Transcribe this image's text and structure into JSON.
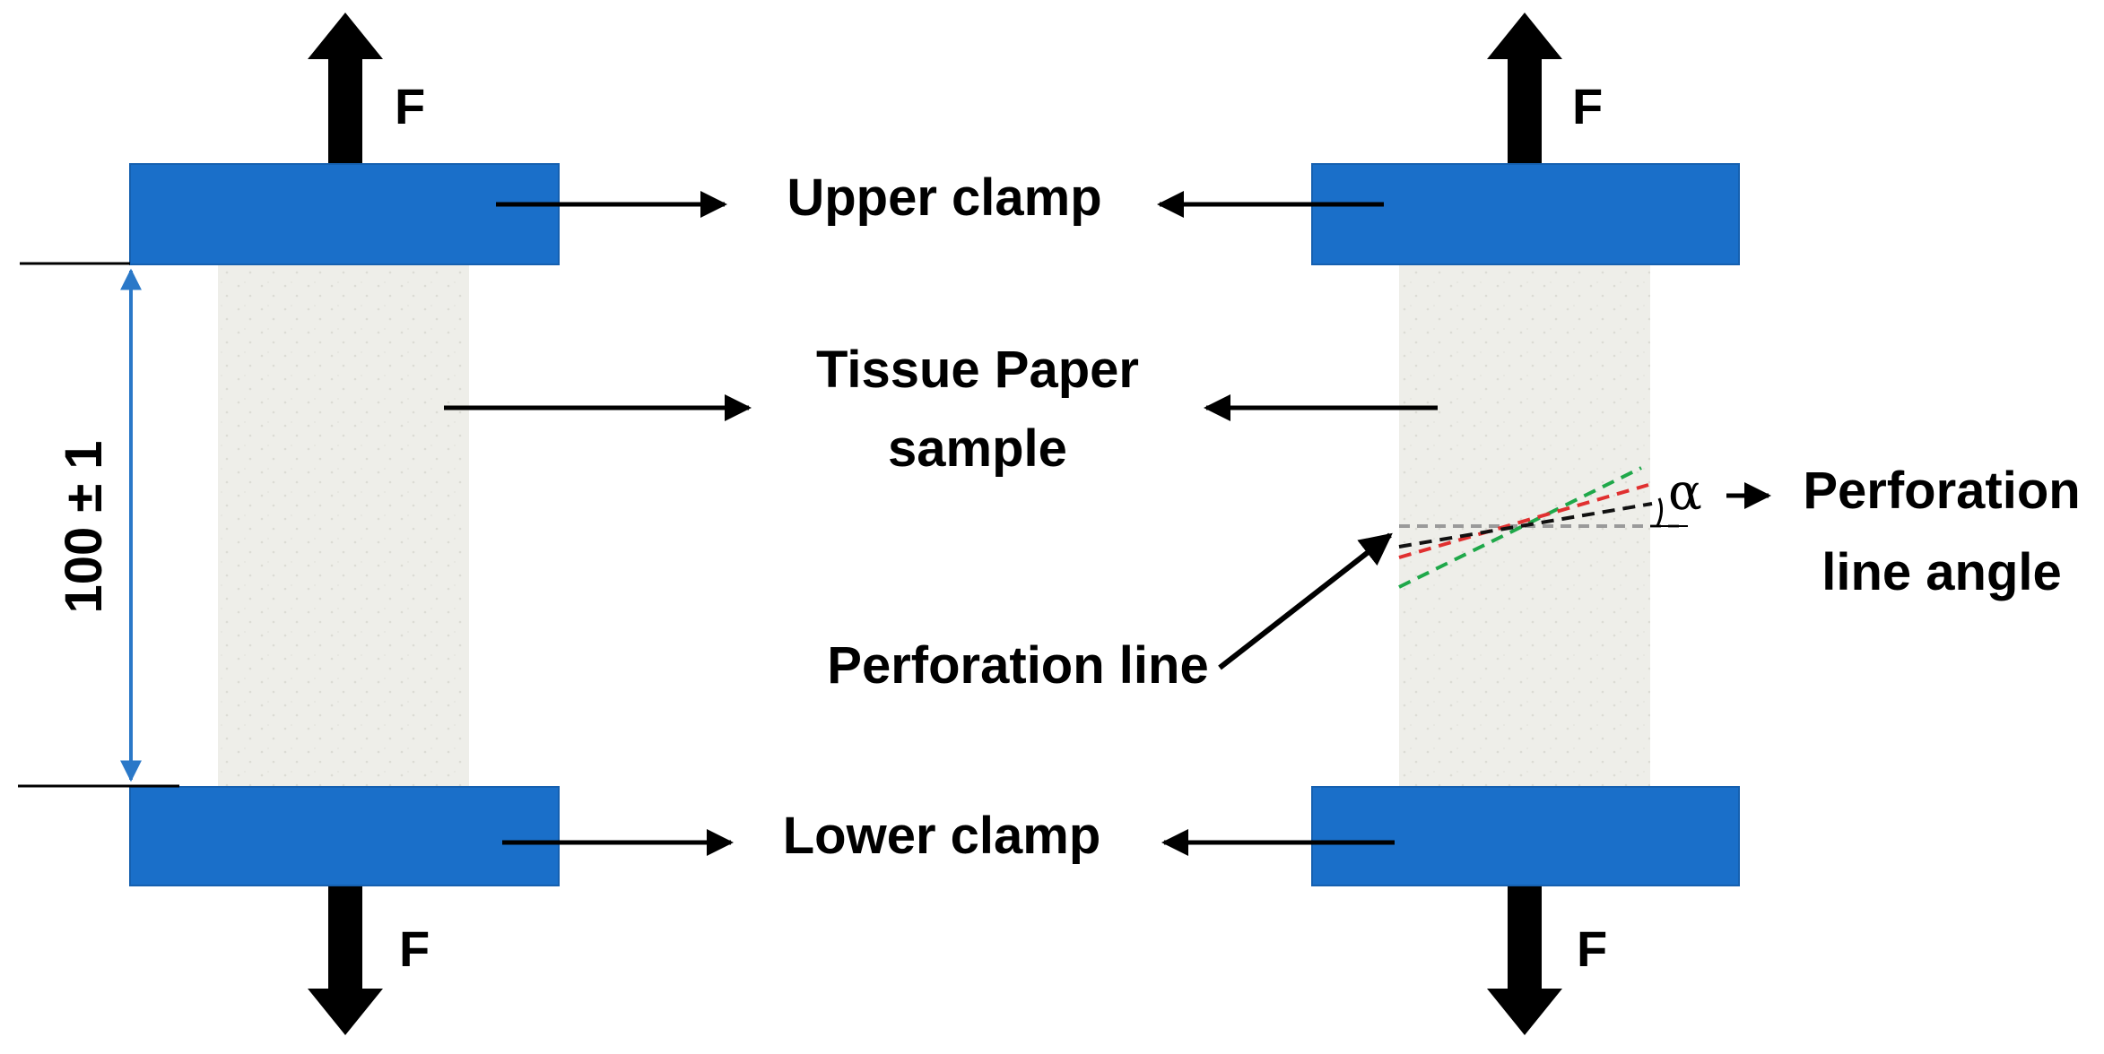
{
  "labels": {
    "force_top_left": "F",
    "force_top_right": "F",
    "force_bottom_left": "F",
    "force_bottom_right": "F",
    "upper_clamp": "Upper clamp",
    "tissue_line1": "Tissue Paper",
    "tissue_line2": "sample",
    "perforation_line": "Perforation line",
    "alpha": "α",
    "angle_line1": "Perforation",
    "angle_line2": "line angle",
    "lower_clamp": "Lower clamp",
    "dimension": "100 ± 1"
  },
  "colors": {
    "clamp": "#1a6fc9",
    "paper": "#eeeee9",
    "dimension_line": "#2a78c8",
    "dash_green": "#1fa84a",
    "dash_red": "#e03030",
    "dash_black": "#111111",
    "dash_gray": "#9a9a9a"
  }
}
